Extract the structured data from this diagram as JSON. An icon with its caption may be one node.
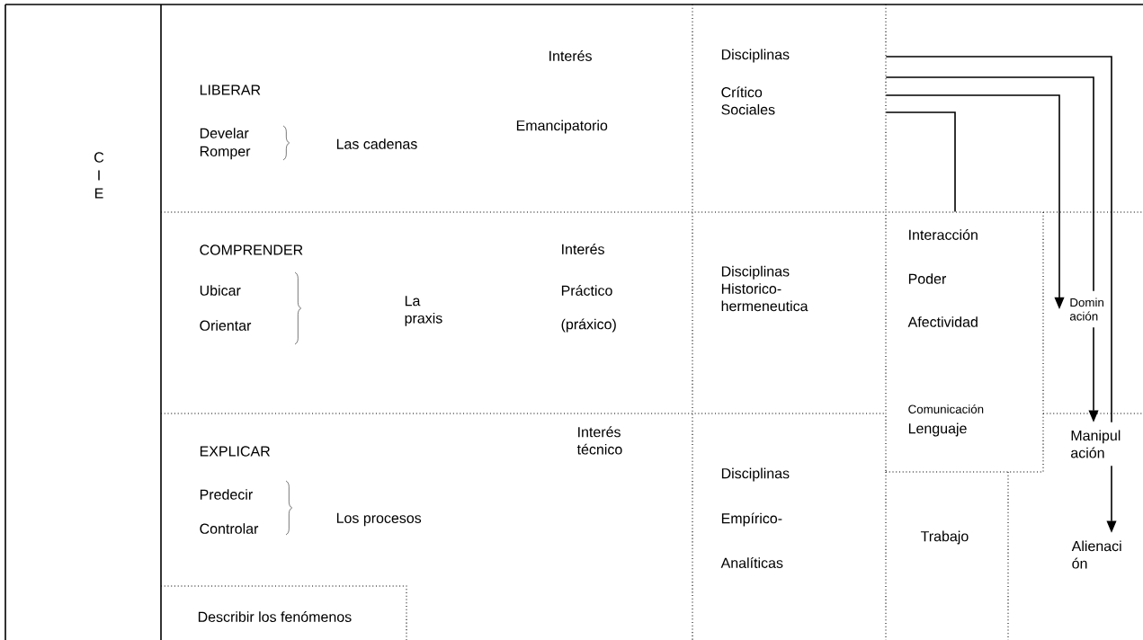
{
  "diagram": {
    "nodes": [
      {
        "text": [
          "Interacción",
          "Poder",
          "Afectividad",
          "Comunicación",
          "Lenguaje"
        ]
      },
      {
        "text": [
          "Domin ación"
        ]
      },
      {
        "text": [
          "Manipul ación"
        ]
      },
      {
        "text": [
          "Alienaci ón"
        ]
      },
      {
        "text": [
          "Describir los fenómenos"
        ]
      },
      {
        "text": [
          "Disciplinas",
          "Crítico Sociales"
        ]
      }
    ],
    "edges": [
      {
        "from": 5,
        "to": 0,
        "arrow": "none"
      },
      {
        "from": 5,
        "to": 1,
        "arrow": "to"
      },
      {
        "from": 5,
        "to": 1,
        "arrow": "none"
      },
      {
        "from": 1,
        "to": 2,
        "arrow": "to"
      },
      {
        "from": 5,
        "to": 2,
        "arrow": "none"
      },
      {
        "from": 2,
        "to": 3,
        "arrow": "to"
      }
    ],
    "labels": [
      "C",
      "I",
      "E",
      "LIBERAR",
      "Interés",
      "Develar",
      "Romper",
      "Las cadenas",
      "Emancipatorio",
      "COMPRENDER",
      "Interés",
      "Ubicar",
      "Práctico",
      "La praxis",
      "Orientar",
      "(práxico)",
      "Disciplinas Historico- hermeneutica",
      "EXPLICAR",
      "Interés técnico",
      "Disciplinas",
      "Predecir",
      "Empírico-",
      "Los procesos",
      "Trabajo",
      "Controlar",
      "Analíticas"
    ]
  }
}
